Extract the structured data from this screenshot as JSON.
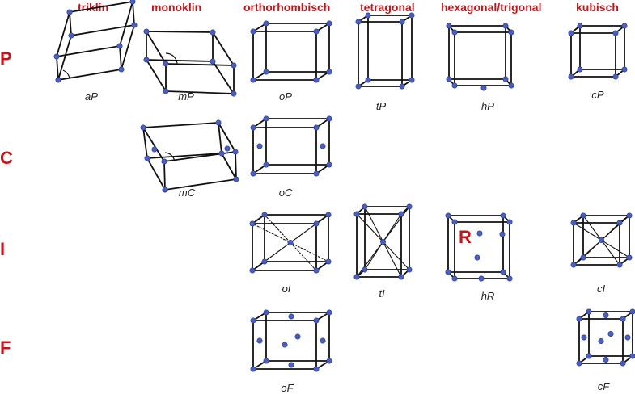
{
  "colors": {
    "heading": "#c0171c",
    "edge": "#111111",
    "atom": "#4a5fc1",
    "label": "#222222"
  },
  "columns": [
    "triklin",
    "monoklin",
    "orthorhombisch",
    "tetragonal",
    "hexagonal/trigonal",
    "kubisch"
  ],
  "rows": [
    "P",
    "C",
    "I",
    "F"
  ],
  "lattices": {
    "aP": "aP",
    "mP": "mP",
    "oP": "oP",
    "tP": "tP",
    "hP": "hP",
    "cP": "cP",
    "mC": "mC",
    "oC": "oC",
    "oI": "oI",
    "tI": "tI",
    "hR": "hR",
    "cI": "cI",
    "oF": "oF",
    "cF": "cF"
  },
  "rhombohedral_mark": "R"
}
